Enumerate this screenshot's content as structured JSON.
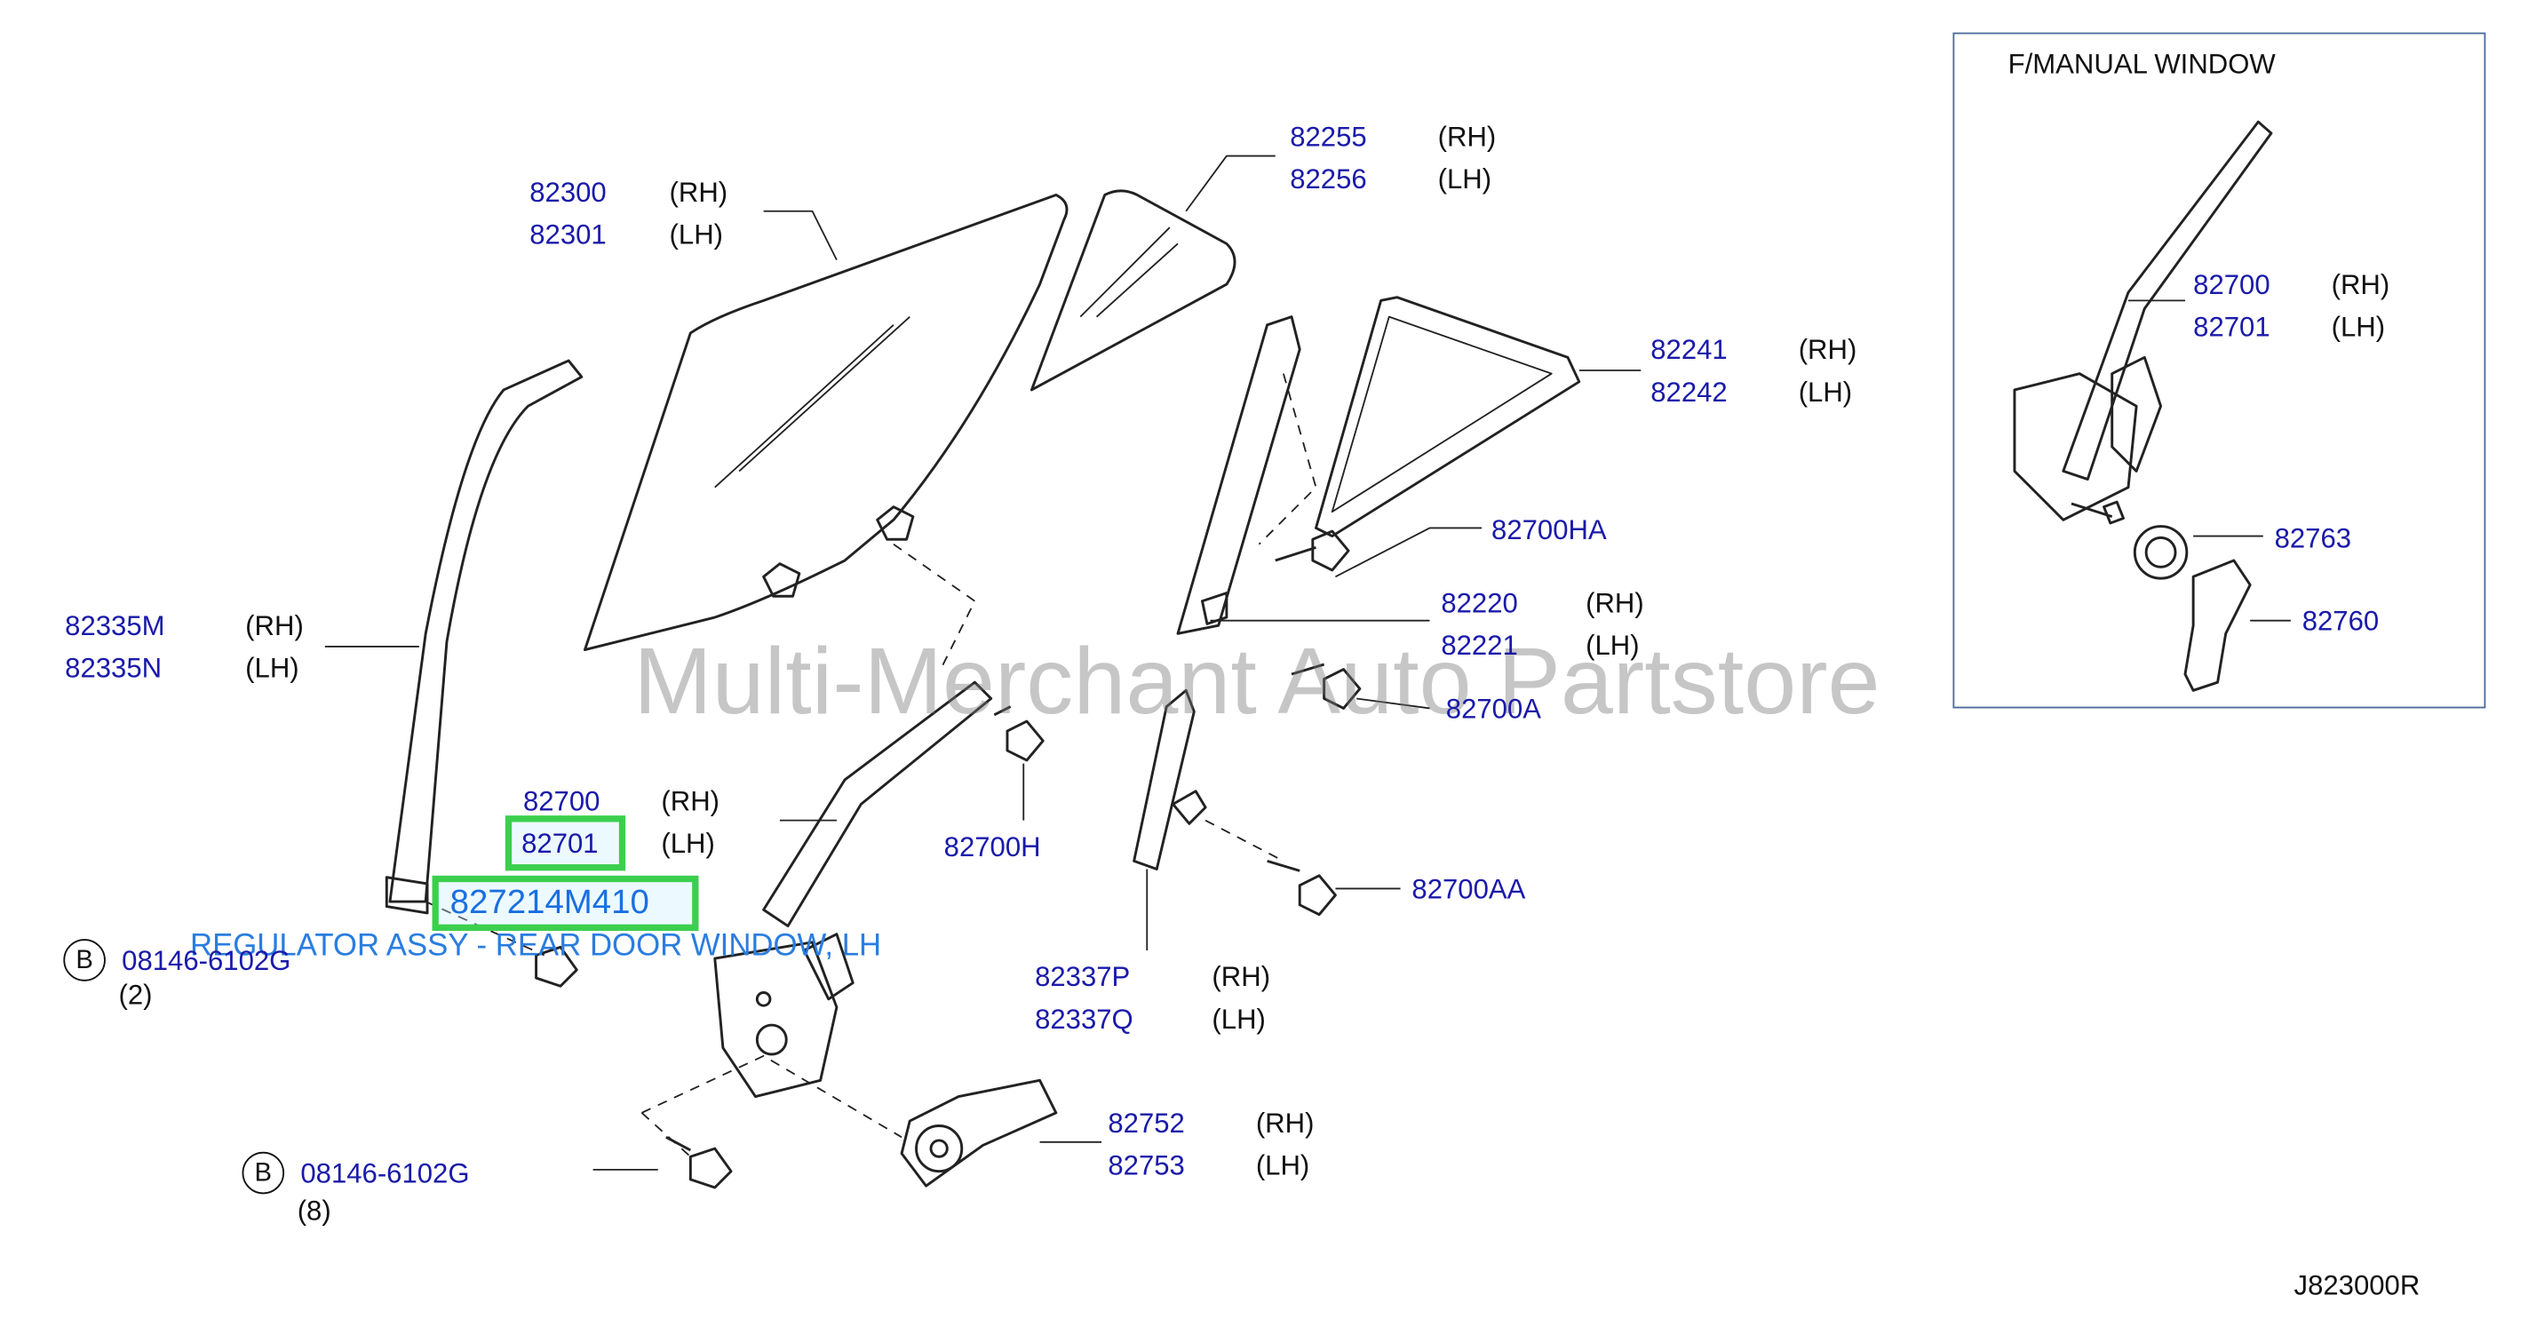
{
  "inset_title": "F/MANUAL   WINDOW",
  "watermark": "Multi-Merchant Auto Partstore",
  "diagram_code": "J823000R",
  "highlight": {
    "part_number": "827214M410",
    "description": "REGULATOR ASSY - REAR DOOR WINDOW, LH"
  },
  "callouts": {
    "c82300": {
      "num": "82300",
      "side": "(RH)"
    },
    "c82301": {
      "num": "82301",
      "side": "(LH)"
    },
    "c82255": {
      "num": "82255",
      "side": "(RH)"
    },
    "c82256": {
      "num": "82256",
      "side": "(LH)"
    },
    "c82241": {
      "num": "82241",
      "side": "(RH)"
    },
    "c82242": {
      "num": "82242",
      "side": "(LH)"
    },
    "c82700HA": {
      "num": "82700HA"
    },
    "c82220": {
      "num": "82220",
      "side": "(RH)"
    },
    "c82221": {
      "num": "82221",
      "side": "(LH)"
    },
    "c82700A": {
      "num": "82700A"
    },
    "c82335M": {
      "num": "82335M",
      "side": "(RH)"
    },
    "c82335N": {
      "num": "82335N",
      "side": "(LH)"
    },
    "c82700": {
      "num": "82700",
      "side": "(RH)"
    },
    "c82701": {
      "num": "82701",
      "side": "(LH)"
    },
    "c82700H": {
      "num": "82700H"
    },
    "c82700AA": {
      "num": "82700AA"
    },
    "c82337P": {
      "num": "82337P",
      "side": "(RH)"
    },
    "c82337Q": {
      "num": "82337Q",
      "side": "(LH)"
    },
    "c82752": {
      "num": "82752",
      "side": "(RH)"
    },
    "c82753": {
      "num": "82753",
      "side": "(LH)"
    },
    "bolt1": {
      "badge": "B",
      "num": "08146-6102G",
      "qty": "(2)"
    },
    "bolt2": {
      "badge": "B",
      "num": "08146-6102G",
      "qty": "(8)"
    },
    "i82700": {
      "num": "82700",
      "side": "(RH)"
    },
    "i82701": {
      "num": "82701",
      "side": "(LH)"
    },
    "i82763": {
      "num": "82763"
    },
    "i82760": {
      "num": "82760"
    }
  }
}
